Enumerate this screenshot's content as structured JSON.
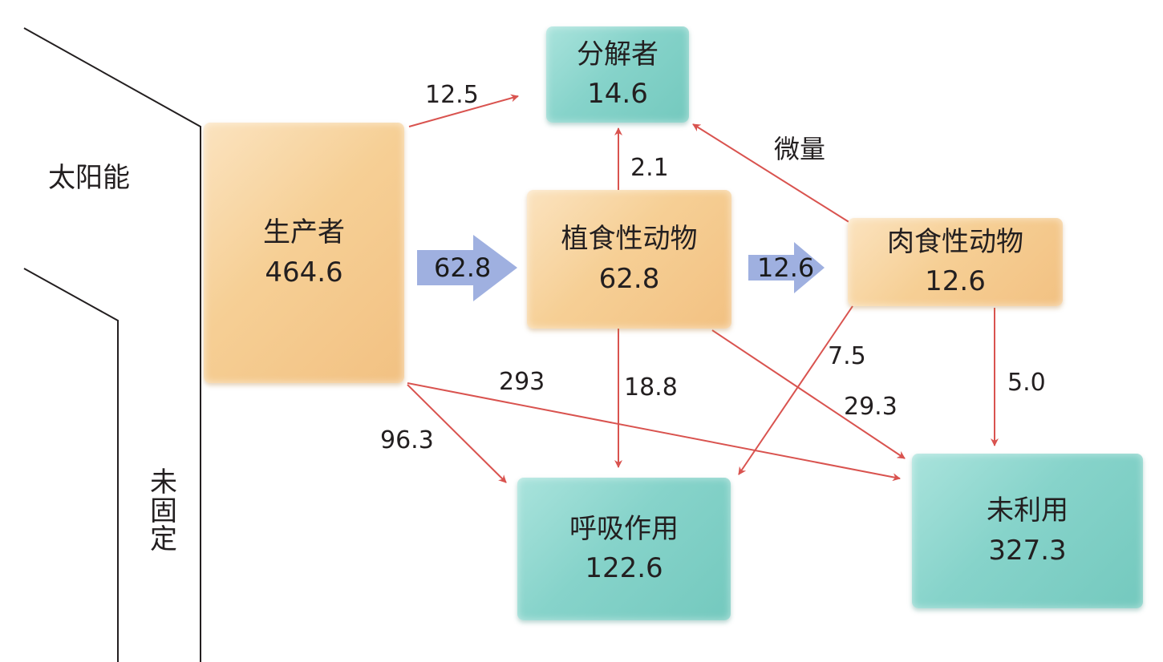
{
  "nodes": {
    "decomposer": {
      "name": "分解者",
      "value": "14.6"
    },
    "producer": {
      "name": "生产者",
      "value": "464.6"
    },
    "herbivore": {
      "name": "植食性动物",
      "value": "62.8"
    },
    "carnivore": {
      "name": "肉食性动物",
      "value": "12.6"
    },
    "respiration": {
      "name": "呼吸作用",
      "value": "122.6"
    },
    "unused": {
      "name": "未利用",
      "value": "327.3"
    }
  },
  "side_labels": {
    "solar": "太阳能",
    "unfixed": [
      "未",
      "固",
      "定"
    ]
  },
  "flows": {
    "producer_to_decomposer": "12.5",
    "producer_to_herbivore": "62.8",
    "herbivore_to_carnivore": "12.6",
    "herbivore_to_decomposer": "2.1",
    "carnivore_to_decomposer": "微量",
    "producer_to_unused": "293",
    "producer_to_respiration": "96.3",
    "herbivore_to_respiration": "18.8",
    "carnivore_to_respiration": "7.5",
    "herbivore_to_unused": "29.3",
    "carnivore_to_unused": "5.0"
  },
  "colors": {
    "arrow_red": "#d9534f",
    "flow_blue": "#9fb0e0",
    "box_orange": "#f6cf95",
    "box_teal": "#86d3ca",
    "line_dark": "#231f20"
  }
}
